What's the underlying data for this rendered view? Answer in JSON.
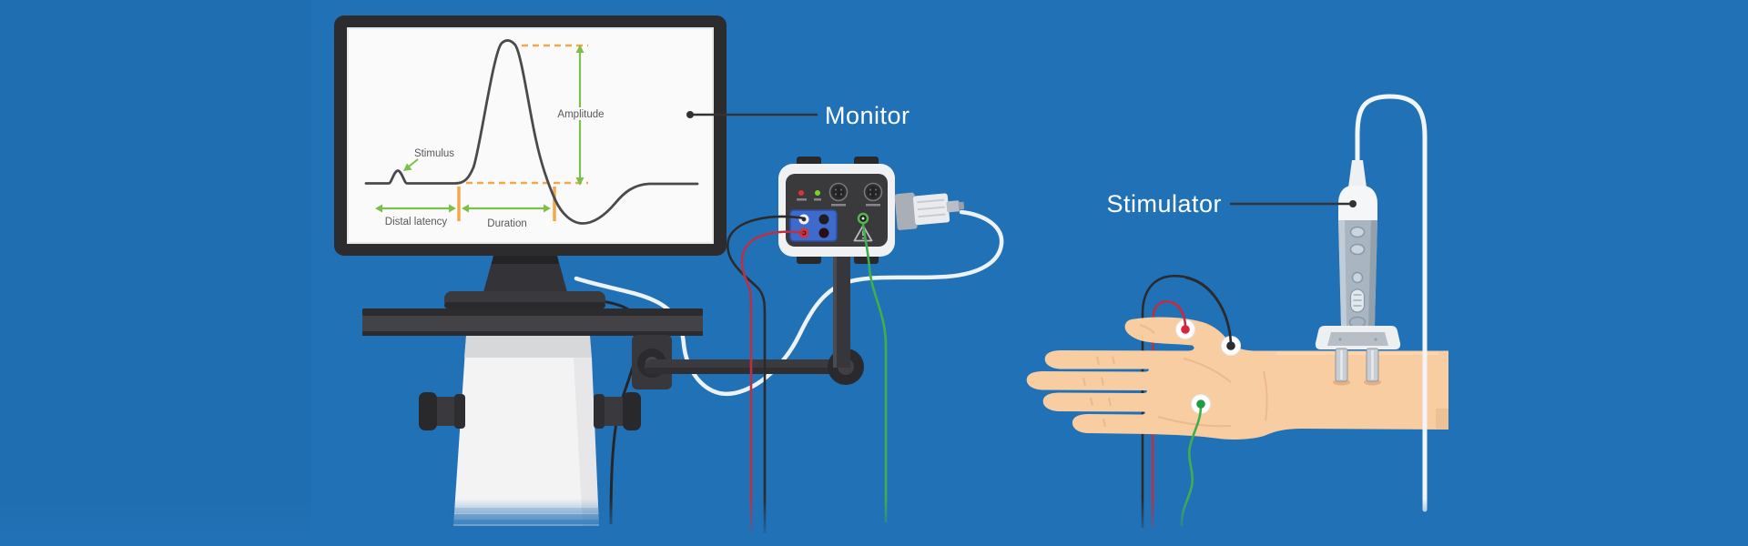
{
  "background": {
    "color": "#2171b6"
  },
  "callouts": {
    "monitor": "Monitor",
    "stimulator": "Stimulator"
  },
  "monitor_screen": {
    "labels": {
      "stimulus": "Stimulus",
      "amplitude": "Amplitude",
      "distal_latency": "Distal latency",
      "duration": "Duration"
    },
    "colors": {
      "screen": "#fafafa",
      "trace": "#4a4a4d",
      "annotation_green": "#7cbf4a",
      "annotation_orange": "#f2a949",
      "text": "#58585c"
    }
  },
  "waveform_description": {
    "type": "line",
    "features": [
      "stimulus artifact blip",
      "main compound action potential peak",
      "negative undershoot trough"
    ],
    "annotations": [
      "Amplitude (vertical span peak-to-baseline)",
      "Distal latency (stimulus to onset)",
      "Duration (onset to baseline crossing)"
    ]
  },
  "amplifier": {
    "panel_color": "#3e6bcb",
    "led_colors": {
      "power": "#e03131",
      "status": "#7ed321"
    },
    "wire_colors": {
      "red": "#b93147",
      "black": "#2b2b2e",
      "green": "#3fae4c"
    },
    "icons": [
      "warning-icon",
      "din-port-icon",
      "jack-port-icon"
    ]
  },
  "stimulator_device": {
    "body_color": "#a9b5c1",
    "cable_color": "#f2f5f8"
  },
  "patient": {
    "skin_color": "#f7cda1",
    "electrodes": [
      {
        "name": "red-electrode",
        "color": "#d7263d"
      },
      {
        "name": "black-electrode",
        "color": "#2d2d30"
      },
      {
        "name": "green-electrode",
        "color": "#1f9c45"
      }
    ]
  }
}
